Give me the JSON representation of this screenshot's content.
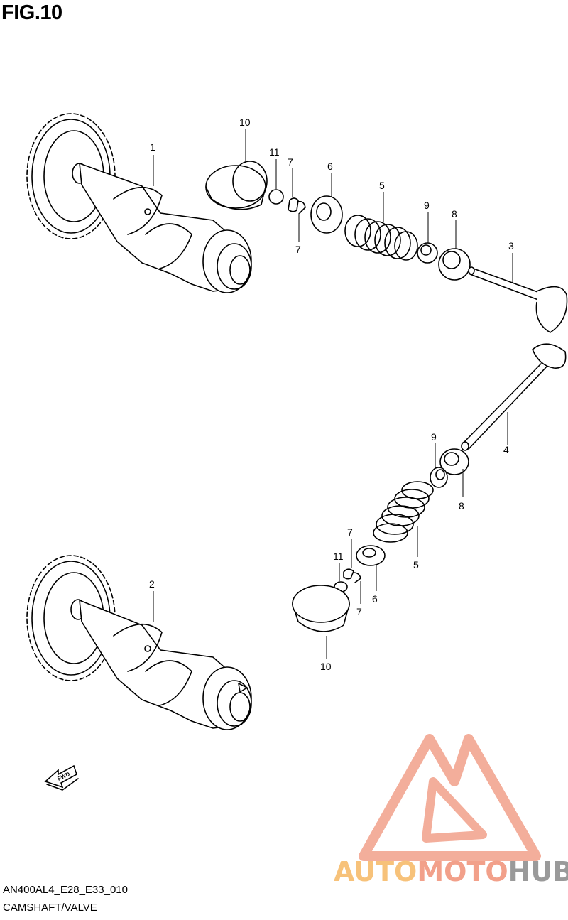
{
  "figure": {
    "title": "FIG.10",
    "code": "AN400AL4_E28_E33_010",
    "section": "CAMSHAFT/VALVE"
  },
  "callouts": {
    "c1": "1",
    "c10a": "10",
    "c11a": "11",
    "c7a": "7",
    "c7b": "7",
    "c6a": "6",
    "c5a": "5",
    "c9a": "9",
    "c8a": "8",
    "c3": "3",
    "c9b": "9",
    "c4": "4",
    "c8b": "8",
    "c7c": "7",
    "c11b": "11",
    "c5b": "5",
    "c6b": "6",
    "c7d": "7",
    "c2": "2",
    "c10b": "10"
  },
  "fwd_arrow": {
    "label": "FWD"
  },
  "watermark": {
    "part1": "AUTO",
    "part2": "MOTO",
    "part3": "HUB",
    "accent": "#f2a08a",
    "secondary": "#f7c27a",
    "gray": "#9a9a9a"
  }
}
